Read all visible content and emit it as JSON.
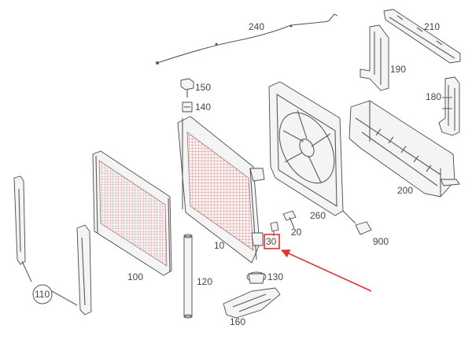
{
  "labels": {
    "p240": "240",
    "p210": "210",
    "p190": "190",
    "p180": "180",
    "p150": "150",
    "p140": "140",
    "p200": "200",
    "p260": "260",
    "p20": "20",
    "p900": "900",
    "p30": "30",
    "p10": "10",
    "p100": "100",
    "p120": "120",
    "p130": "130",
    "p110": "110",
    "p160": "160"
  },
  "highlight": {
    "color": "#e53030",
    "target": "30"
  }
}
